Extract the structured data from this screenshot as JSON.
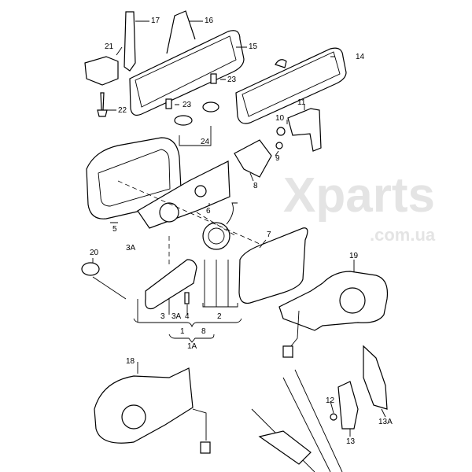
{
  "watermark": {
    "brand": "Xparts",
    "domain": ".com.ua"
  },
  "callouts": {
    "c17": "17",
    "c16": "16",
    "c15": "15",
    "c21": "21",
    "c14": "14",
    "c23a": "23",
    "c22": "22",
    "c23b": "23",
    "c10": "10",
    "c11": "11",
    "c24": "24",
    "c9": "9",
    "c8": "8",
    "c5": "5",
    "c6": "6",
    "c7": "7",
    "c3Aa": "3A",
    "c20": "20",
    "c19": "19",
    "c3": "3",
    "c3Ab": "3A",
    "c4": "4",
    "c2": "2",
    "c1": "1",
    "c8b": "8",
    "c1A": "1A",
    "c18": "18",
    "c12": "12",
    "c13": "13",
    "c13A": "13A"
  }
}
